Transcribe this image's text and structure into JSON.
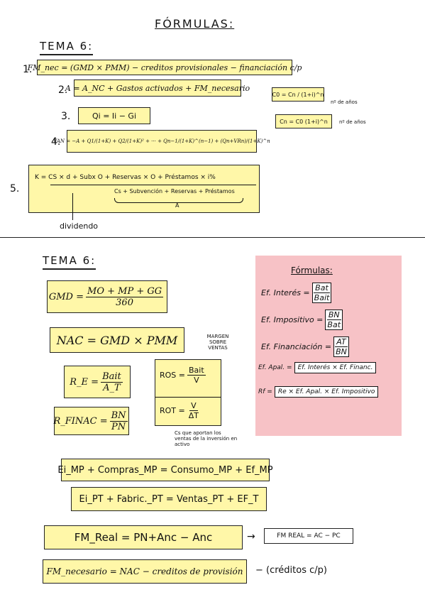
{
  "header": {
    "title": "FÓRMULAS:"
  },
  "section1": {
    "heading": "TEMA 6:",
    "f1": {
      "num": "1.",
      "text": "FM_nec = (GMD × PMM) − creditos provisionales − financiación c/p"
    },
    "f2": {
      "num": "2.",
      "text": "A = A_NC + Gastos activados + FM_necesario"
    },
    "f3": {
      "num": "3.",
      "text": "Qi = Ii − Gi"
    },
    "f4": {
      "num": "4.",
      "text": "VAN = −A + Q1/(1+K) + Q2/(1+K)² + ··· + Qn−1/(1+K)^(n−1) + (Qn+VRn)/(1+K)^n"
    },
    "f5": {
      "num": "5.",
      "numerator": "K = CS × d + Subx O + Reservas × O + Préstamos × i%",
      "denominator": "Cs + Subvención + Reservas + Préstamos",
      "brace_label": "A"
    },
    "side1": {
      "text": "C0 = Cn / (1+i)^n",
      "note": "nº de años"
    },
    "side2": {
      "text": "Cn = C0 (1+i)^n",
      "note": "nº de años"
    },
    "dividend_label": "dividendo"
  },
  "section2": {
    "heading": "TEMA 6:",
    "gmd": {
      "lhs": "GMD =",
      "num": "MO + MP + GG",
      "den": "360"
    },
    "nac": "NAC = GMD × PMM",
    "re": {
      "lhs": "R_E =",
      "num": "Bait",
      "den": "A_T"
    },
    "rfinac": {
      "lhs": "R_FINAC =",
      "num": "BN",
      "den": "PN"
    },
    "ros": {
      "lhs": "ROS =",
      "num": "Bait",
      "den": "V"
    },
    "rot": {
      "lhs": "ROT =",
      "num": "V",
      "den": "ΔT"
    },
    "ros_note": "MARGEN SOBRE VENTAS",
    "rot_note": "Cs que aportan los ventas de la inversión en activo",
    "eq1": "Ei_MP + Compras_MP = Consumo_MP + Ef_MP",
    "eq2": "Ei_PT + Fabric._PT = Ventas_PT + EF_T",
    "fmreal": "FM_Real = PN+Anc − Anc",
    "fmreal_alt": "FM REAL = AC − PC",
    "fmnec": "FM_necesario = NAC − creditos de provisión",
    "fmnec_note": "− (créditos c/p)",
    "pink": {
      "title": "Fórmulas:",
      "interes": {
        "lhs": "Ef. Interés =",
        "num": "Bat",
        "den": "Bait"
      },
      "impositivo": {
        "lhs": "Ef. Impositivo =",
        "num": "BN",
        "den": "Bat"
      },
      "financiacion": {
        "lhs": "Ef. Financiación =",
        "num": "AT",
        "den": "BN"
      },
      "apal": {
        "lhs": "Ef. Apal. =",
        "rhs": "Ef. Interés × Ef. Financ."
      },
      "rf": {
        "lhs": "Rf =",
        "rhs": "Re × Ef. Apal. × Ef. Impositivo"
      }
    }
  }
}
